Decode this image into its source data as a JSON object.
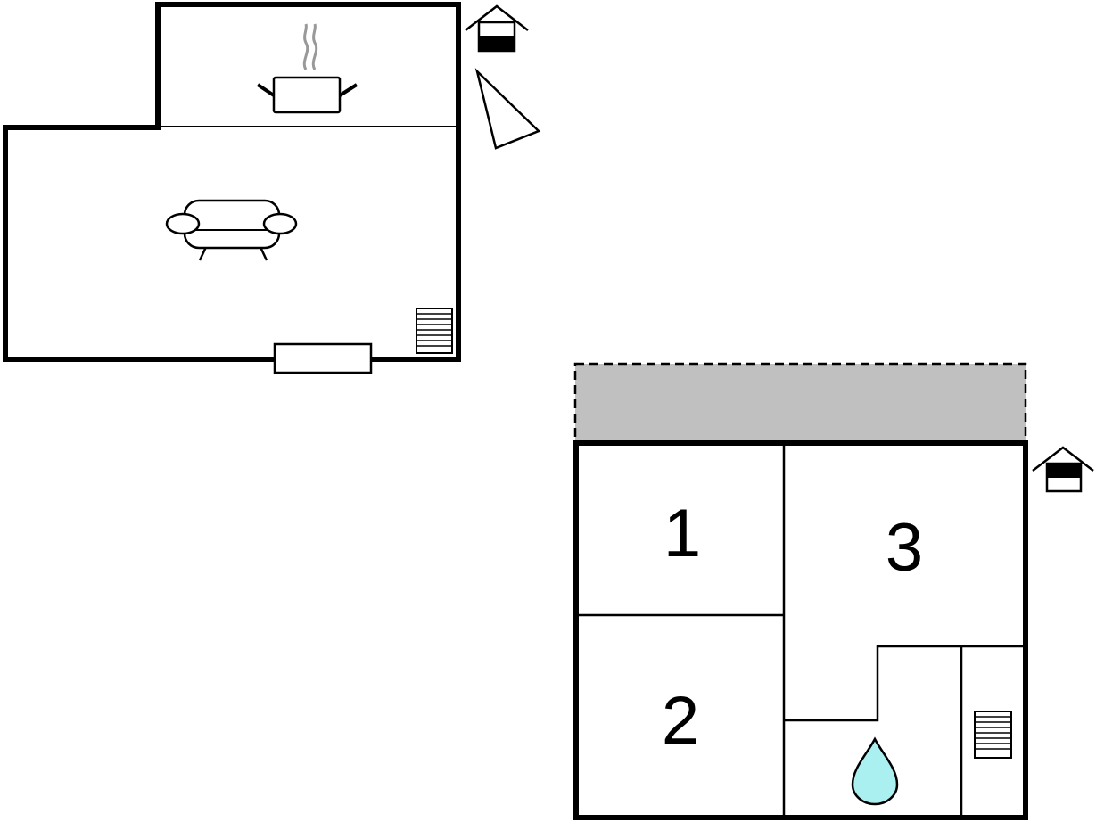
{
  "colors": {
    "wall": "#000000",
    "terrace_fill": "#c0c0c0",
    "water": "#aaf0f0",
    "steam": "#999999",
    "background": "#ffffff"
  },
  "upper_floor": {
    "icons": [
      "kitchen-pot-icon",
      "sofa-icon",
      "stairs-icon",
      "window-icon",
      "entrance-house-icon",
      "compass-direction-icon"
    ]
  },
  "lower_floor": {
    "rooms": [
      {
        "id": "bedroom-1",
        "label": "1"
      },
      {
        "id": "bedroom-2",
        "label": "2"
      },
      {
        "id": "bedroom-3",
        "label": "3"
      }
    ],
    "icons": [
      "terrace-area",
      "water-drop-icon",
      "stairs-icon",
      "entrance-house-icon"
    ]
  }
}
